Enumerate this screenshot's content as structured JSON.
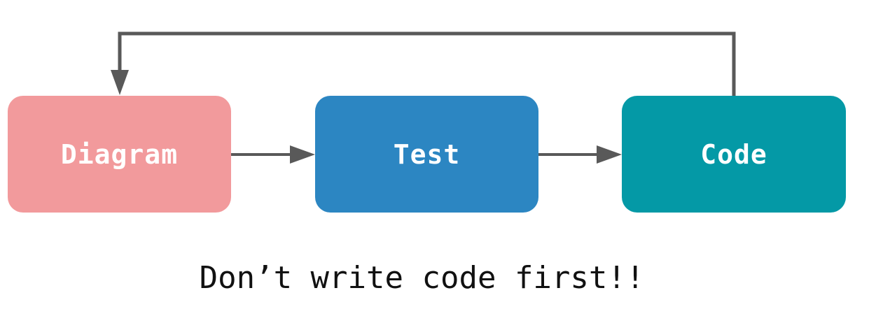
{
  "nodes": [
    {
      "id": "diagram",
      "label": "Diagram",
      "color": "#f29a9c"
    },
    {
      "id": "test",
      "label": "Test",
      "color": "#2c86c2"
    },
    {
      "id": "code",
      "label": "Code",
      "color": "#0499a6"
    }
  ],
  "edges": [
    {
      "from": "diagram",
      "to": "test"
    },
    {
      "from": "test",
      "to": "code"
    },
    {
      "from": "code",
      "to": "diagram"
    }
  ],
  "caption": "Don’t write code first!!",
  "arrow_color": "#595959"
}
